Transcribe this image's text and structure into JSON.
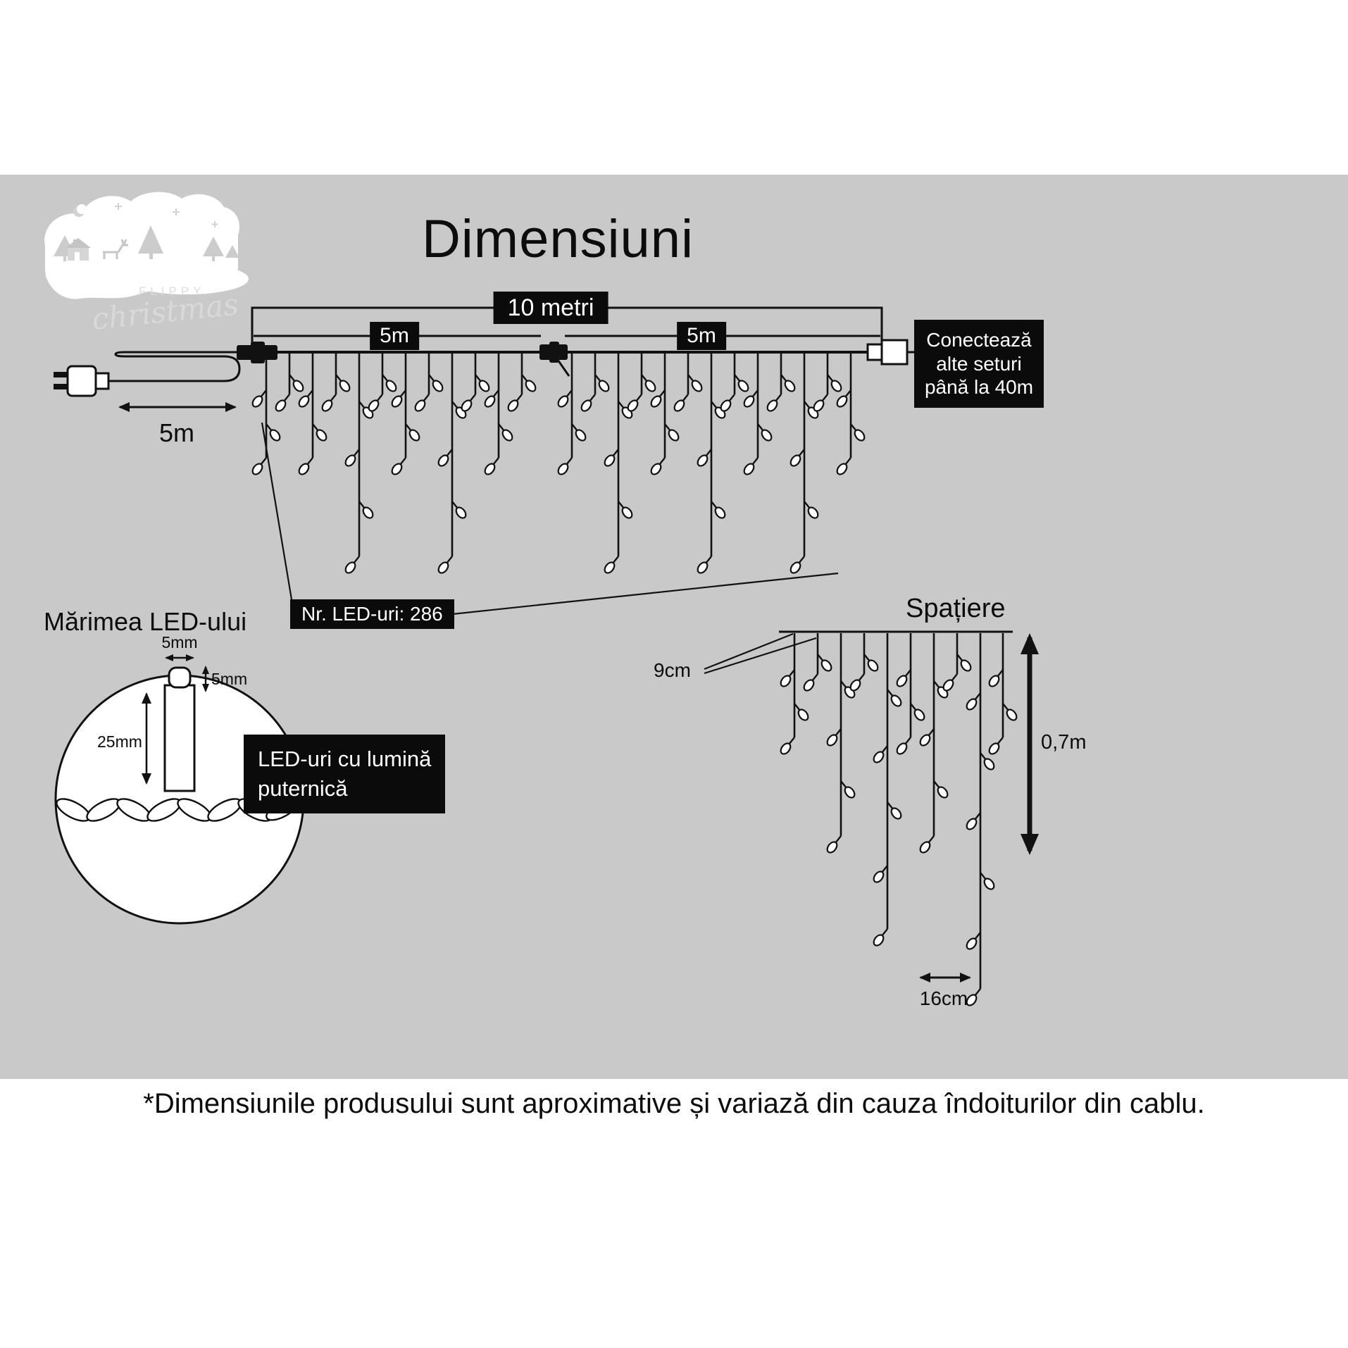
{
  "title": "Dimensiuni",
  "logo": {
    "brand": "FLIPPY.",
    "script": "christmas"
  },
  "string_diagram": {
    "total_label": "10 metri",
    "half_left_label": "5m",
    "half_right_label": "5m",
    "lead_label": "5m",
    "connector_note": {
      "line1": "Conectează",
      "line2": "alte seturi",
      "line3": "până la 40m"
    },
    "led_count_label": "Nr. LED-uri: 286"
  },
  "led_size": {
    "heading": "Mărimea LED-ului",
    "cap_width": "5mm",
    "cap_height": "5mm",
    "body_length": "25mm",
    "note_line1": "LED-uri cu lumină",
    "note_line2": "puternică"
  },
  "spacing": {
    "heading": "Spațiere",
    "drop_gap": "9cm",
    "led_gap": "16cm",
    "drop_length": "0,7m"
  },
  "footer": "*Dimensiunile produsului sunt aproximative și variază din cauza îndoiturilor din cablu.",
  "colors": {
    "band": "#c9c9c9",
    "label_bg": "#0b0b0b",
    "label_text": "#ffffff",
    "ink": "#111111"
  }
}
